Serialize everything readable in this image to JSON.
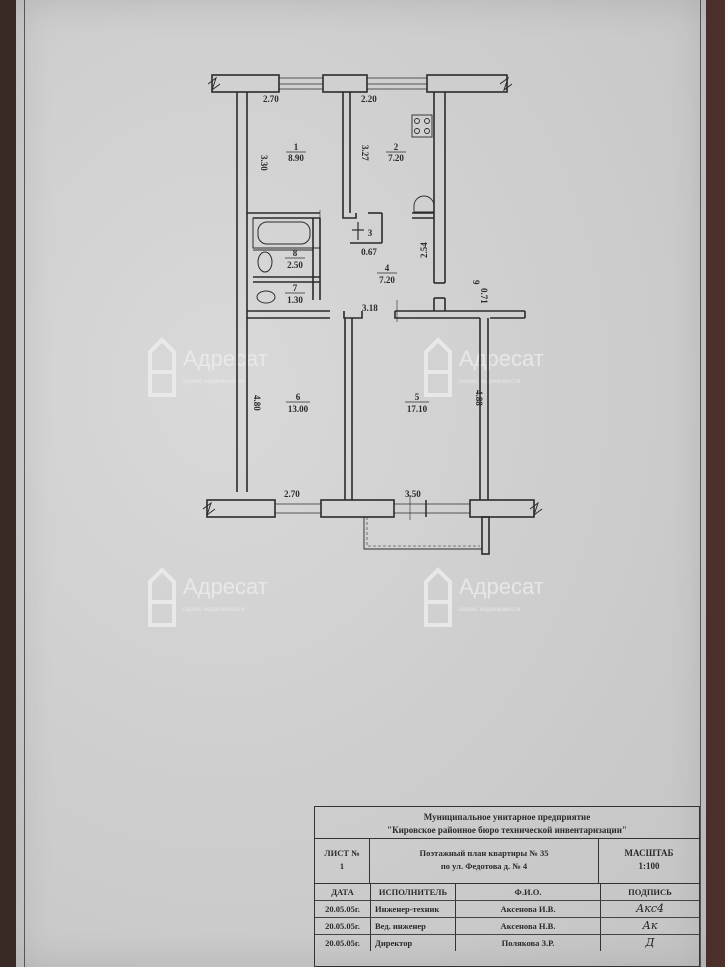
{
  "plan": {
    "rooms": [
      {
        "num": "1",
        "area": "8.90"
      },
      {
        "num": "2",
        "area": "7.20"
      },
      {
        "num": "3",
        "area": "0.67"
      },
      {
        "num": "4",
        "area": "7.20"
      },
      {
        "num": "5",
        "area": "17.10"
      },
      {
        "num": "6",
        "area": "13.00"
      },
      {
        "num": "7",
        "area": "1.30"
      },
      {
        "num": "8",
        "area": "2.50"
      },
      {
        "num": "9",
        "area": "0.71"
      }
    ],
    "dimensions": {
      "room1_width": "2.70",
      "room1_height": "3.30",
      "room2_width": "2.20",
      "room2_height": "3.27",
      "hall_height": "2.54",
      "hall_width": "3.18",
      "room6_height": "4.80",
      "room6_width": "2.70",
      "room5_height": "4.88",
      "room5_width": "3.50"
    }
  },
  "watermark": {
    "brand": "Адресат",
    "tagline": "сервис недвижимости"
  },
  "title_block": {
    "org_line1": "Муниципальное унитарное предприятие",
    "org_line2": "\"Кировское районное бюро технической инвентаризации\"",
    "sheet_label": "ЛИСТ №",
    "sheet_number": "1",
    "plan_title_line1": "Поэтажный план квартиры № 35",
    "plan_title_line2": "по ул. Федотова д. № 4",
    "scale_label": "МАСШТАБ",
    "scale_value": "1:100",
    "headers": {
      "date": "ДАТА",
      "executor": "ИСПОЛНИТЕЛЬ",
      "name": "Ф.И.О.",
      "signature": "ПОДПИСЬ"
    },
    "rows": [
      {
        "date": "20.05.05г.",
        "executor": "Инженер-техник",
        "name": "Аксенова И.В.",
        "signature": "Акс4"
      },
      {
        "date": "20.05.05г.",
        "executor": "Вед. инженер",
        "name": "Аксенова Н.В.",
        "signature": "Ак"
      },
      {
        "date": "20.05.05г.",
        "executor": "Директор",
        "name": "Полякова З.Р.",
        "signature": "Д"
      }
    ]
  }
}
